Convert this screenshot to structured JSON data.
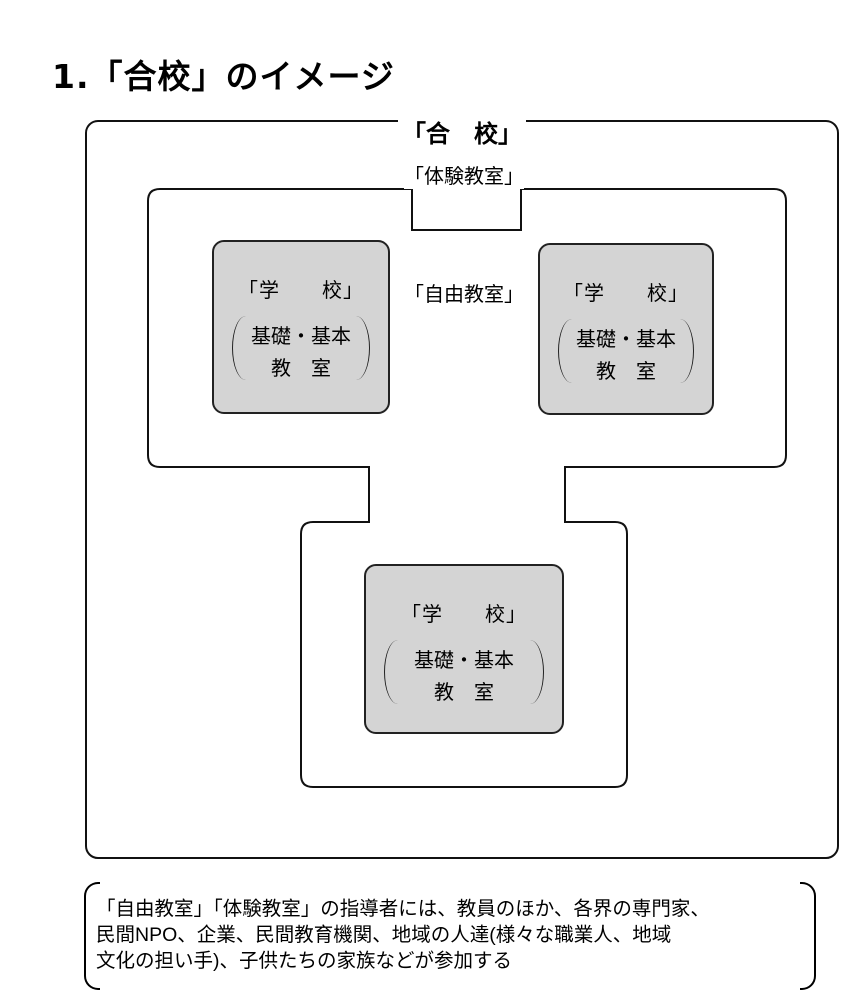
{
  "title": "1.「合校」のイメージ",
  "diagram": {
    "outer_label": "「合　校」",
    "experience_label": "「体験教室」",
    "free_label": "「自由教室」",
    "schools": [
      {
        "line1": "「学　　校」",
        "line2": "基礎・基本",
        "line3": "教　室"
      },
      {
        "line1": "「学　　校」",
        "line2": "基礎・基本",
        "line3": "教　室"
      },
      {
        "line1": "「学　　校」",
        "line2": "基礎・基本",
        "line3": "教　室"
      }
    ]
  },
  "note": {
    "lines": [
      "「自由教室」「体験教室」の指導者には、教員のほか、各界の専門家、",
      "民間NPO、企業、民間教育機関、地域の人達(様々な職業人、地域",
      "文化の担い手)、子供たちの家族などが参加する"
    ]
  }
}
